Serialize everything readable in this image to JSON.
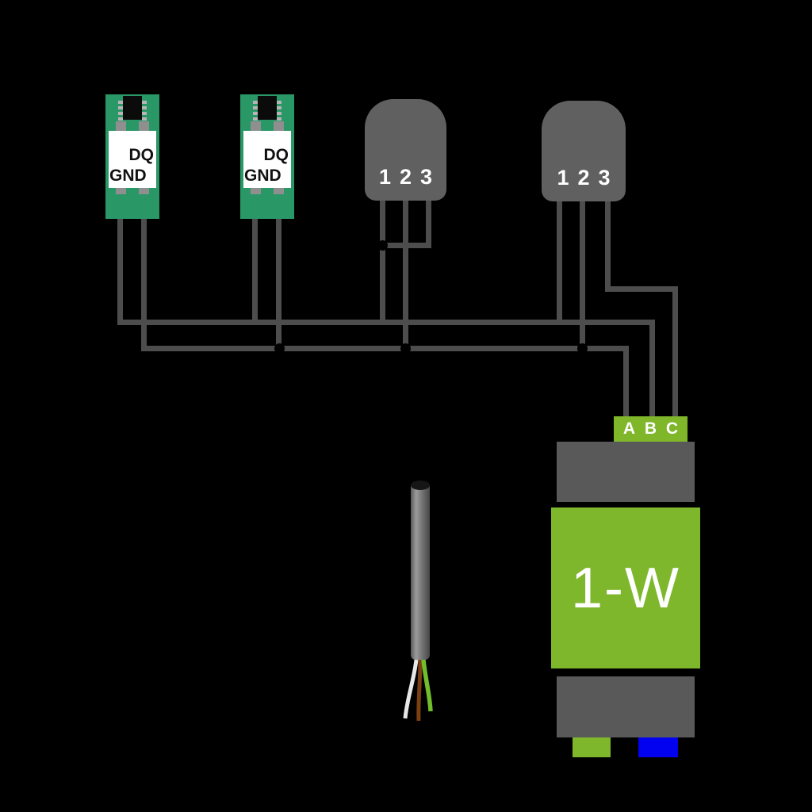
{
  "colors": {
    "bg": "#000000",
    "wire-gray": "#4d4d4d",
    "pcb-green": "#2a9767",
    "pcb-pad": "#8f8f8f",
    "chip-black": "#0b0b0b",
    "chip-pin": "#b5b5b5",
    "label-bg": "#ffffff",
    "label-text": "#111111",
    "probe-gray": "#606060",
    "probe-text": "#ffffff",
    "module-gray": "#595959",
    "module-green": "#7eb72c",
    "terminal-green": "#7fb62a",
    "terminal-text": "#ffffff",
    "module-text": "#ffffff",
    "connector-blue": "#0202f0",
    "junction-black": "#000000",
    "cable-wire-white": "#e8e8e8",
    "cable-wire-brown": "#7c3f12",
    "cable-wire-green": "#72bd2c",
    "cable-dark": "#161616"
  },
  "sensors": [
    {
      "dq": "DQ",
      "gnd": "GND"
    },
    {
      "dq": "DQ",
      "gnd": "GND"
    }
  ],
  "probes": [
    {
      "pins": [
        "1",
        "2",
        "3"
      ]
    },
    {
      "pins": [
        "1",
        "2",
        "3"
      ]
    }
  ],
  "module": {
    "label": "1-W",
    "terminals": [
      "A",
      "B",
      "C"
    ]
  },
  "cable": {
    "conductor_colors": [
      "white",
      "brown",
      "green"
    ]
  },
  "nets": [
    {
      "terminal": "A",
      "connected_to": [
        "sensor1 DQ",
        "sensor2 DQ",
        "probe1 pin2",
        "probe2 pin2"
      ]
    },
    {
      "terminal": "B",
      "connected_to": [
        "sensor1 GND",
        "sensor2 GND",
        "probe1 pin1",
        "probe1 pin3 (tied to pin1)",
        "probe2 pin1"
      ]
    },
    {
      "terminal": "C",
      "connected_to": [
        "probe2 pin3"
      ]
    }
  ]
}
